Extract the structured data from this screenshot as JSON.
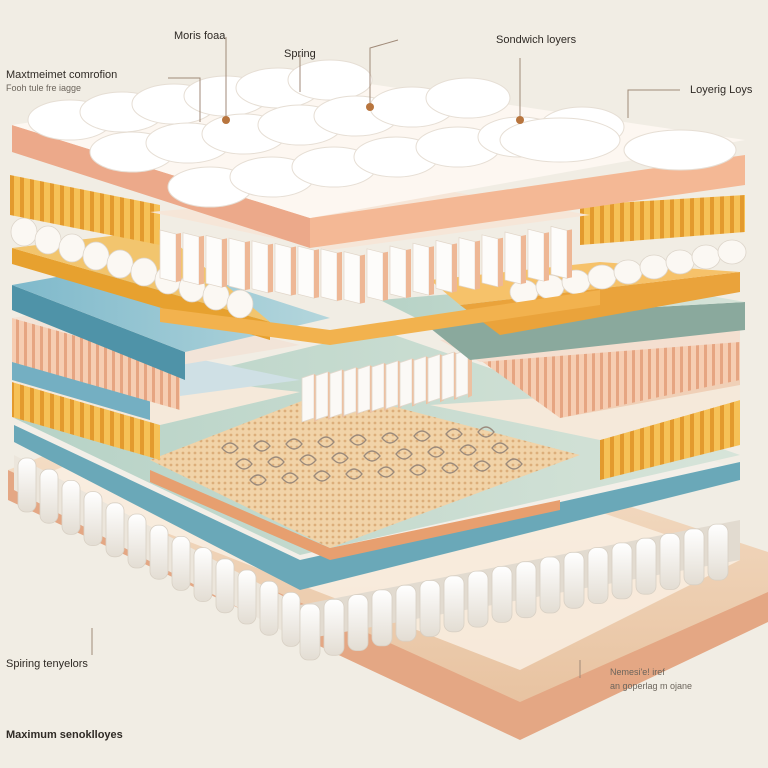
{
  "labels": {
    "memory_foam": "Moris foaa",
    "spring": "Spring",
    "sandwich_layers": "Sondwich loyers",
    "max_comfort": "Maxtmeimet comrofion",
    "max_comfort_sub": "Fooh tule fre iagge",
    "layering": "Loyerig Loys",
    "spring_layers": "Spiring tenyelors",
    "note_line1": "Nemesi'e! iref",
    "note_line2": "an goperlag m ojane",
    "bottom_title": "Maximum senoklloyes"
  },
  "palette": {
    "background": "#f1ede4",
    "foam_white": "#f7f4ef",
    "peach": "#f1b48d",
    "orange": "#f3b04a",
    "blue": "#8fc1cf",
    "sage": "#c9dacf",
    "tan_base": "#e9c9a8",
    "leader": "#a08a78"
  }
}
